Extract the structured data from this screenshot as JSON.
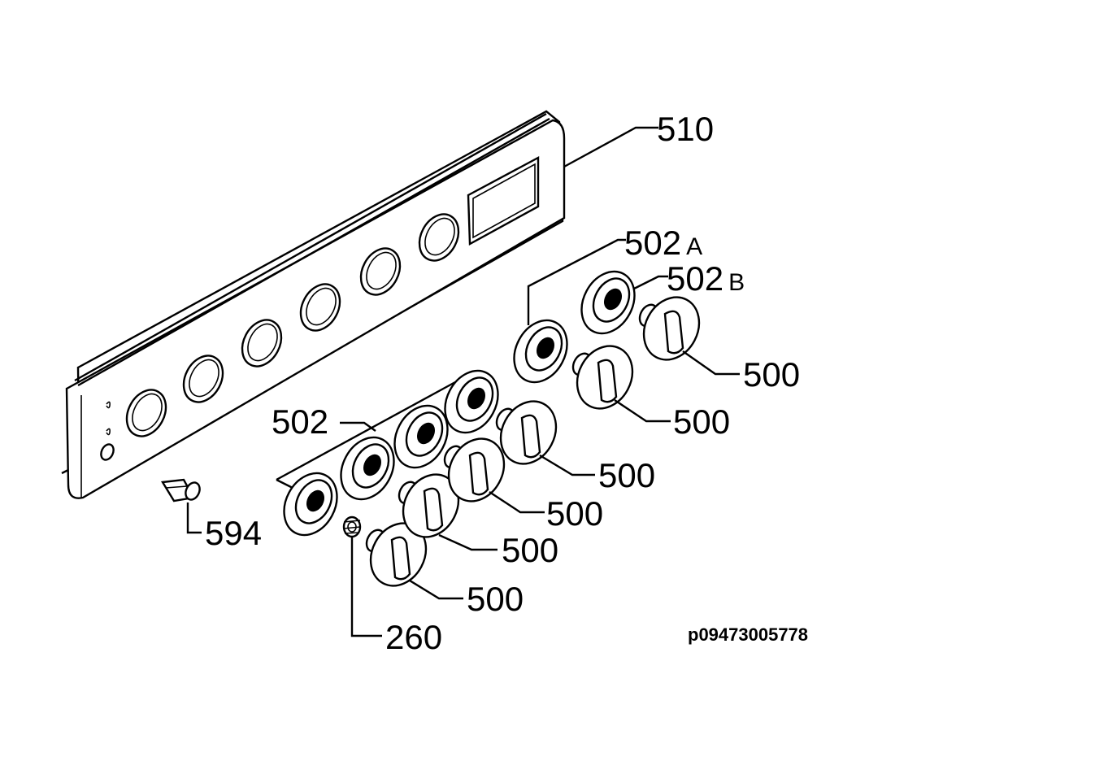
{
  "diagram": {
    "part_labels": {
      "panel": "510",
      "bezel_a": {
        "number": "502",
        "suffix": "A"
      },
      "bezel_b": {
        "number": "502",
        "suffix": "B"
      },
      "bezels": "502",
      "knob": "500",
      "lamp": "594",
      "spring": "260"
    },
    "drawing_code": "p09473005778"
  }
}
